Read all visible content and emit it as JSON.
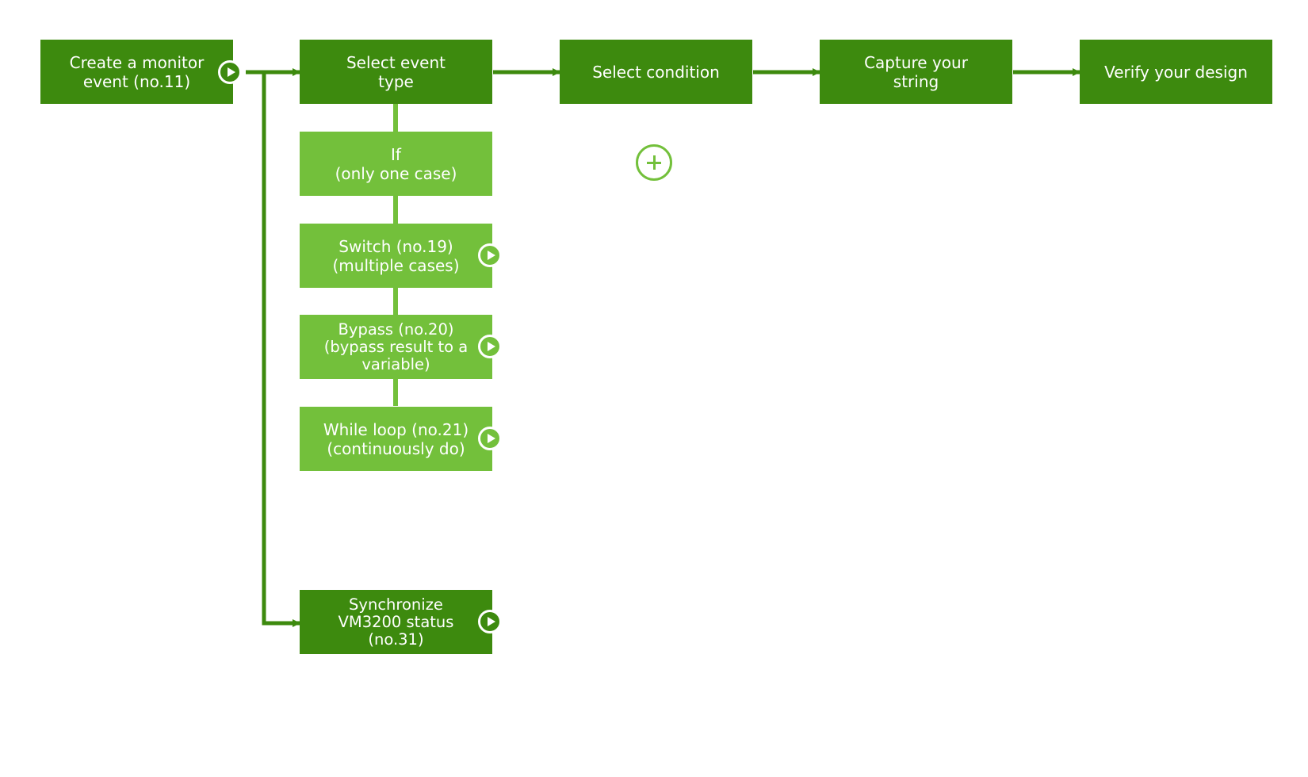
{
  "colors": {
    "primary": "#3d8a0e",
    "secondary": "#73c03b",
    "background": "#ffffff"
  },
  "steps": {
    "create_monitor": "Create a monitor\nevent (no.11)",
    "select_event_type": "Select event\ntype",
    "select_condition": "Select condition",
    "capture_string": "Capture your\nstring",
    "verify_design": "Verify your design"
  },
  "event_types": {
    "if": "If\n(only one case)",
    "switch": "Switch (no.19)\n(multiple cases)",
    "bypass": "Bypass (no.20)\n(bypass result to a\nvariable)",
    "while": "While loop (no.21)\n(continuously do)"
  },
  "sync": "Synchronize\nVM3200 status\n(no.31)",
  "icons": {
    "play": "play-icon",
    "add": "plus-circle-icon"
  }
}
